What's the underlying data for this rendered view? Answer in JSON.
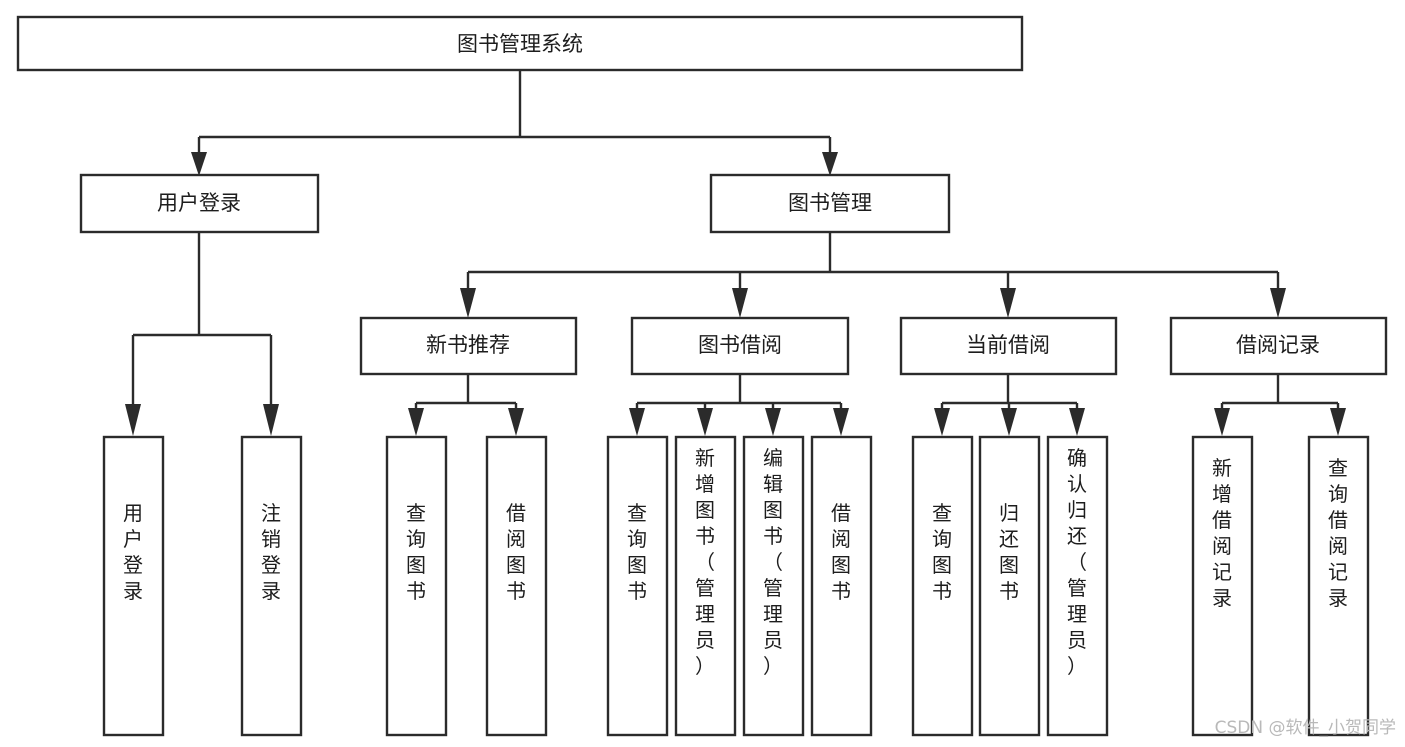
{
  "diagram": {
    "type": "tree-hierarchy",
    "title": "图书管理系统",
    "root": {
      "id": "root",
      "label": "图书管理系统"
    },
    "level2": [
      {
        "id": "user-login",
        "label": "用户登录"
      },
      {
        "id": "book-manage",
        "label": "图书管理"
      }
    ],
    "level3": [
      {
        "id": "new-book-recommend",
        "label": "新书推荐",
        "parent": "book-manage"
      },
      {
        "id": "book-borrow",
        "label": "图书借阅",
        "parent": "book-manage"
      },
      {
        "id": "current-borrow",
        "label": "当前借阅",
        "parent": "book-manage"
      },
      {
        "id": "borrow-record",
        "label": "借阅记录",
        "parent": "book-manage"
      }
    ],
    "leaves": [
      {
        "id": "leaf-user-login",
        "label": "用户登录",
        "parent": "user-login"
      },
      {
        "id": "leaf-logout",
        "label": "注销登录",
        "parent": "user-login"
      },
      {
        "id": "leaf-query-book-1",
        "label": "查询图书",
        "parent": "new-book-recommend"
      },
      {
        "id": "leaf-borrow-book-1",
        "label": "借阅图书",
        "parent": "new-book-recommend"
      },
      {
        "id": "leaf-query-book-2",
        "label": "查询图书",
        "parent": "book-borrow"
      },
      {
        "id": "leaf-add-book",
        "label": "新增图书（管理员）",
        "parent": "book-borrow"
      },
      {
        "id": "leaf-edit-book",
        "label": "编辑图书（管理员）",
        "parent": "book-borrow"
      },
      {
        "id": "leaf-borrow-book-2",
        "label": "借阅图书",
        "parent": "book-borrow"
      },
      {
        "id": "leaf-query-book-3",
        "label": "查询图书",
        "parent": "current-borrow"
      },
      {
        "id": "leaf-return-book",
        "label": "归还图书",
        "parent": "current-borrow"
      },
      {
        "id": "leaf-confirm-return",
        "label": "确认归还（管理员）",
        "parent": "current-borrow"
      },
      {
        "id": "leaf-add-record",
        "label": "新增借阅记录",
        "parent": "borrow-record"
      },
      {
        "id": "leaf-query-record",
        "label": "查询借阅记录",
        "parent": "borrow-record"
      }
    ],
    "colors": {
      "box_fill": "#ffffff",
      "box_stroke": "#2b2b2b",
      "text": "#1d1d1d",
      "background": "#ffffff",
      "watermark": "#b9b9b9"
    }
  },
  "watermark": {
    "text": "CSDN @软件_小贺同学"
  }
}
